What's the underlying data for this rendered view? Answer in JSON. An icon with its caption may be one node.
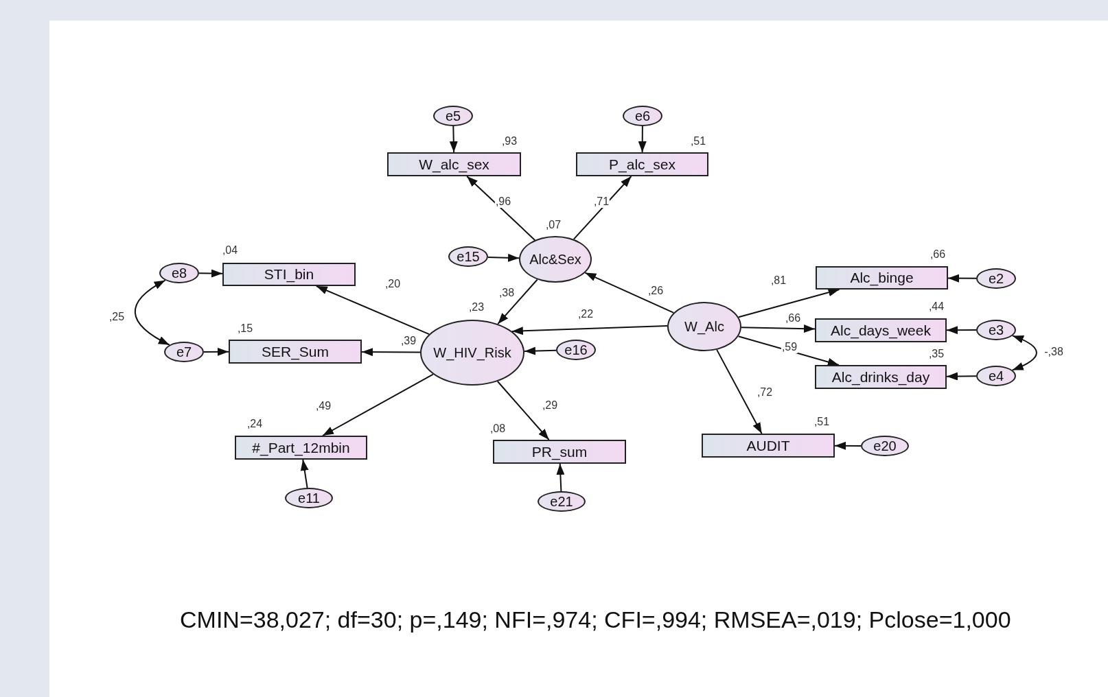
{
  "diagram": {
    "caption": "CMIN=38,027; df=30; p=,149; NFI=,974; CFI=,994; RMSEA=,019; Pclose=1,000",
    "nodes": [
      {
        "text": [
          "e5"
        ]
      },
      {
        "text": [
          "e6"
        ]
      },
      {
        "text": [
          "W_alc_sex"
        ],
        "beside": [
          ",93"
        ]
      },
      {
        "text": [
          "P_alc_sex"
        ],
        "beside": [
          ",51"
        ]
      },
      {
        "text": [
          "e15"
        ]
      },
      {
        "text": [
          "Alc&Sex"
        ],
        "beside": [
          ",07"
        ]
      },
      {
        "text": [
          "e8"
        ]
      },
      {
        "text": [
          "STI_bin"
        ],
        "beside": [
          ",04"
        ]
      },
      {
        "text": [
          "e2"
        ]
      },
      {
        "text": [
          "Alc_binge"
        ],
        "beside": [
          ",66"
        ]
      },
      {
        "text": [
          "e7"
        ]
      },
      {
        "text": [
          "SER_Sum"
        ],
        "beside": [
          ",15"
        ]
      },
      {
        "text": [
          "W_HIV_Risk"
        ],
        "beside": [
          ",23"
        ]
      },
      {
        "text": [
          "e16"
        ]
      },
      {
        "text": [
          "W_Alc"
        ]
      },
      {
        "text": [
          "Alc_days_week"
        ],
        "beside": [
          ",44"
        ]
      },
      {
        "text": [
          "e3"
        ]
      },
      {
        "text": [
          "Alc_drinks_day"
        ],
        "beside": [
          ",35"
        ]
      },
      {
        "text": [
          "e4"
        ]
      },
      {
        "text": [
          "#_Part_12mbin"
        ],
        "beside": [
          ",24"
        ]
      },
      {
        "text": [
          "PR_sum"
        ],
        "beside": [
          ",08"
        ]
      },
      {
        "text": [
          "AUDIT"
        ],
        "beside": [
          ",51"
        ]
      },
      {
        "text": [
          "e20"
        ]
      },
      {
        "text": [
          "e11"
        ]
      },
      {
        "text": [
          "e21"
        ]
      }
    ],
    "edges": [
      {
        "from": 0,
        "to": 2,
        "arrow": "to"
      },
      {
        "from": 1,
        "to": 3,
        "arrow": "to"
      },
      {
        "from": 5,
        "to": 2,
        "arrow": "to",
        "label": ",96"
      },
      {
        "from": 5,
        "to": 3,
        "arrow": "to",
        "label": ",71"
      },
      {
        "from": 4,
        "to": 5,
        "arrow": "to"
      },
      {
        "from": 14,
        "to": 5,
        "arrow": "to",
        "label": ",26"
      },
      {
        "from": 5,
        "to": 12,
        "arrow": "to",
        "label": ",38"
      },
      {
        "from": 6,
        "to": 7,
        "arrow": "to"
      },
      {
        "from": 10,
        "to": 11,
        "arrow": "to"
      },
      {
        "from": 6,
        "to": 10,
        "arrow": "both",
        "label": ",25"
      },
      {
        "from": 12,
        "to": 7,
        "arrow": "to",
        "label": ",20"
      },
      {
        "from": 12,
        "to": 11,
        "arrow": "to",
        "label": ",39"
      },
      {
        "from": 14,
        "to": 12,
        "arrow": "to",
        "label": ",22"
      },
      {
        "from": 13,
        "to": 12,
        "arrow": "to"
      },
      {
        "from": 12,
        "to": 19,
        "arrow": "to",
        "label": ",49"
      },
      {
        "from": 12,
        "to": 20,
        "arrow": "to",
        "label": ",29"
      },
      {
        "from": 23,
        "to": 19,
        "arrow": "to"
      },
      {
        "from": 24,
        "to": 20,
        "arrow": "to"
      },
      {
        "from": 14,
        "to": 9,
        "arrow": "to",
        "label": ",81"
      },
      {
        "from": 14,
        "to": 15,
        "arrow": "to",
        "label": ",66"
      },
      {
        "from": 14,
        "to": 17,
        "arrow": "to",
        "label": ",59"
      },
      {
        "from": 14,
        "to": 21,
        "arrow": "to",
        "label": ",72"
      },
      {
        "from": 8,
        "to": 9,
        "arrow": "to"
      },
      {
        "from": 16,
        "to": 15,
        "arrow": "to"
      },
      {
        "from": 18,
        "to": 17,
        "arrow": "to"
      },
      {
        "from": 22,
        "to": 21,
        "arrow": "to"
      },
      {
        "from": 16,
        "to": 18,
        "arrow": "both",
        "label": "-,38"
      }
    ]
  }
}
